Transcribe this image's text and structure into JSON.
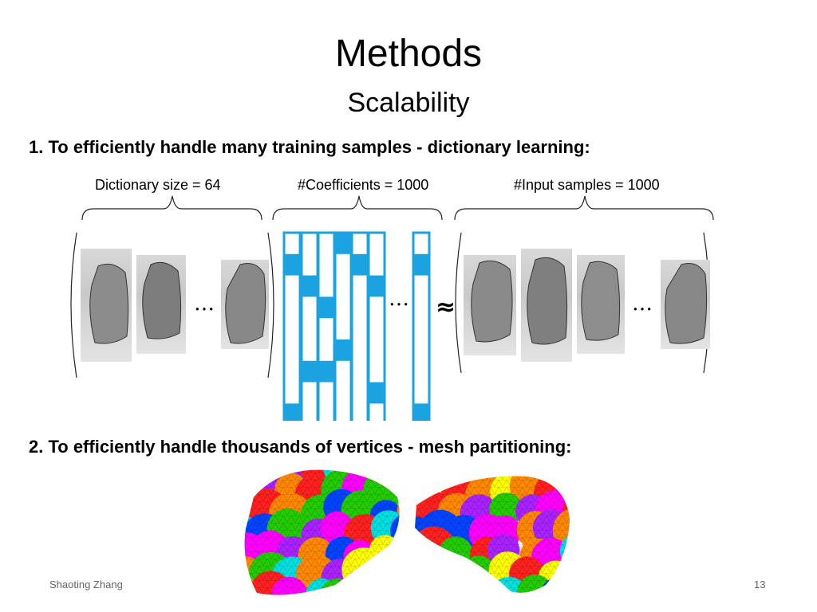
{
  "slide": {
    "title": "Methods",
    "subtitle": "Scalability",
    "point1": "1. To efficiently handle many training samples - dictionary learning:",
    "point2": "2. To efficiently handle thousands of vertices - mesh partitioning:",
    "labels": {
      "dictionary": "Dictionary size = 64",
      "coefficients": "#Coefficients = 1000",
      "samples": "#Input samples = 1000"
    },
    "ellipsis": "…",
    "approx_symbol": "≈",
    "footer_author": "Shaoting Zhang",
    "page_number": "13"
  },
  "colors": {
    "coefficient_blue": "#1aa3e0",
    "lung_outline": "#333333"
  },
  "matrix": {
    "active_cells": [
      {
        "column": 1,
        "row": 1
      },
      {
        "column": 2,
        "row": 2
      },
      {
        "column": 3,
        "row": 3
      },
      {
        "column": 3,
        "row": 6
      },
      {
        "column": 2,
        "row": 6
      },
      {
        "column": 4,
        "row": 0
      },
      {
        "column": 4,
        "row": 5
      },
      {
        "column": 5,
        "row": 1
      },
      {
        "column": 6,
        "row": 2
      },
      {
        "column": 6,
        "row": 7
      },
      {
        "column": 1,
        "row": 8
      },
      {
        "column": 7,
        "row": 1
      },
      {
        "column": 7,
        "row": 8
      }
    ]
  },
  "liver_colors": [
    "#ff00ff",
    "#ff2020",
    "#0044ff",
    "#00e0e0",
    "#ffff00",
    "#22cc00",
    "#aa22ff",
    "#ff8800"
  ]
}
